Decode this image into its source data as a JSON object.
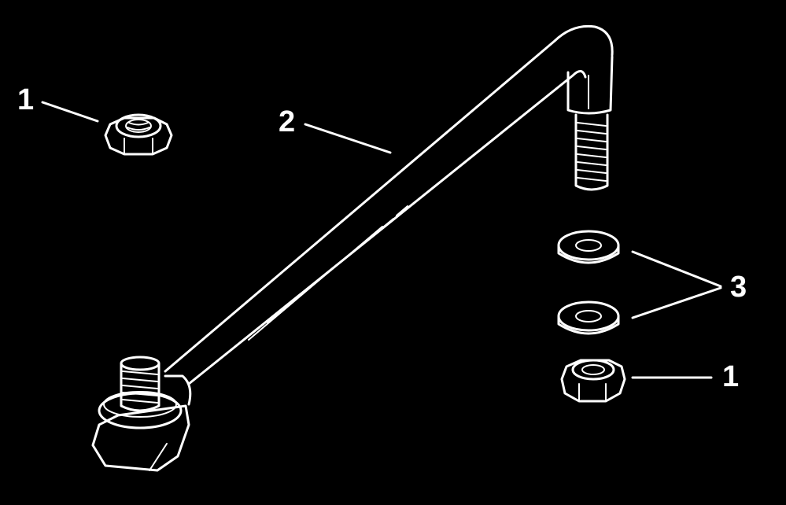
{
  "colors": {
    "background": "#000000",
    "linework": "#ffffff"
  },
  "callouts": {
    "nut_top_left": "1",
    "rod": "2",
    "washers": "3",
    "nut_bottom_right": "1"
  }
}
